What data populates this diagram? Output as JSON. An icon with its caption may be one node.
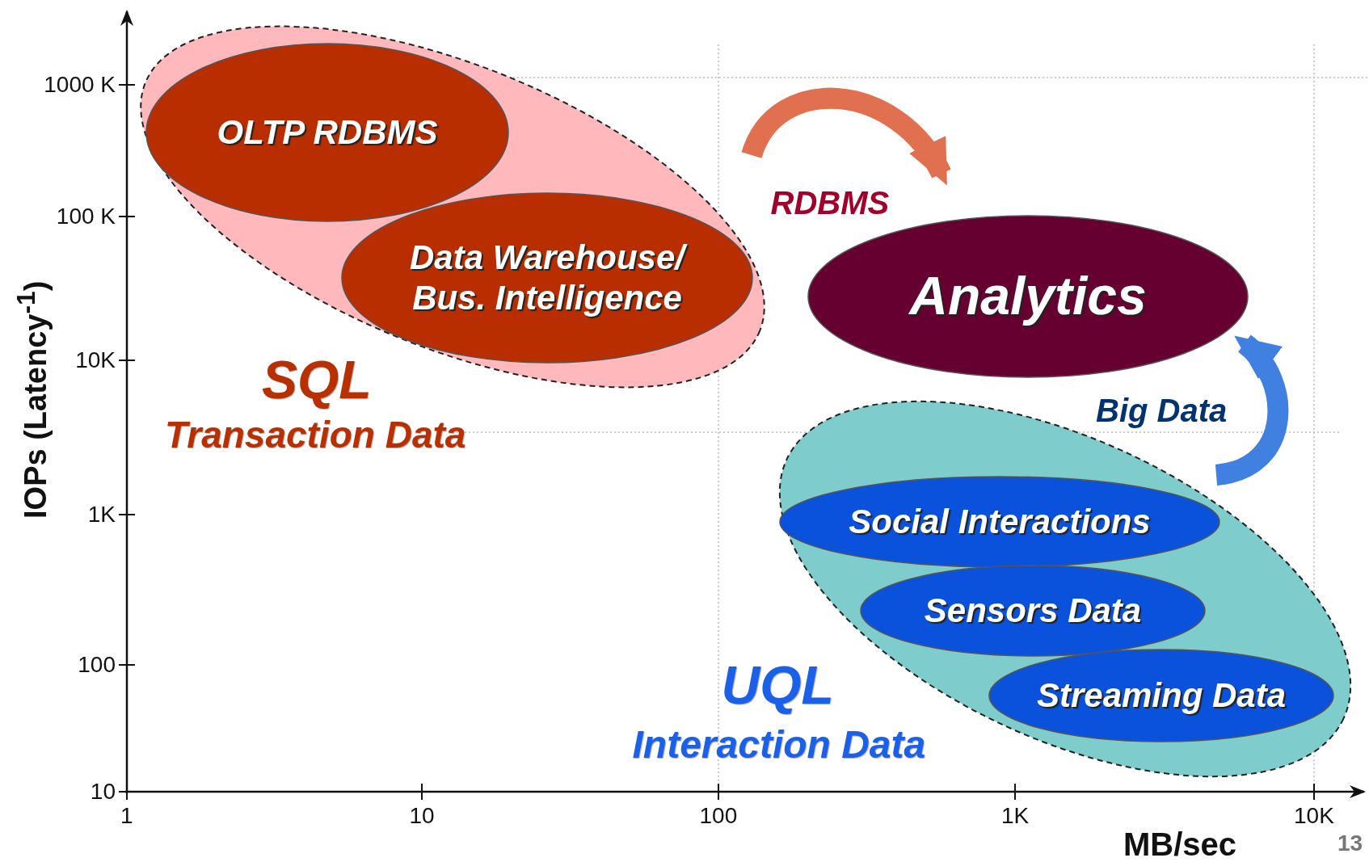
{
  "diagram": {
    "nodes": [
      {
        "text": [
          "SQL",
          "Transaction Data"
        ]
      },
      {
        "text": [
          "OLTP RDBMS"
        ],
        "in": 0
      },
      {
        "text": [
          "Data Warehouse/ Bus. Intelligence"
        ],
        "in": 0
      },
      {
        "text": [
          "Analytics"
        ]
      },
      {
        "text": [
          "UQL",
          "Interaction Data"
        ]
      },
      {
        "text": [
          "Social Interactions"
        ],
        "in": 4
      },
      {
        "text": [
          "Sensors Data"
        ],
        "in": 4
      },
      {
        "text": [
          "Streaming Data"
        ],
        "in": 4
      }
    ],
    "edges": [
      {
        "from": 0,
        "to": 3,
        "arrow": "to",
        "label": "RDBMS",
        "color": "#e07050"
      },
      {
        "from": 4,
        "to": 3,
        "arrow": "to",
        "label": "Big Data",
        "color": "#3f80e0"
      }
    ],
    "labels": [
      "1000 K",
      "100 K",
      "10K",
      "1K",
      "100",
      "10",
      "1",
      "10",
      "100",
      "1K",
      "10K",
      "MB/sec",
      "IOPs (Latency$^{-1}$)",
      "13"
    ]
  }
}
